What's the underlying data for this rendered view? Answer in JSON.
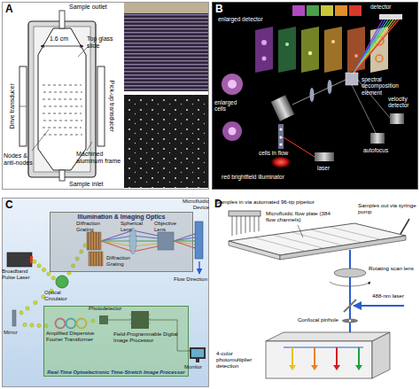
{
  "diagram": {
    "nodes": [
      {
        "text": [
          "A"
        ]
      },
      {
        "text": [
          "B"
        ]
      },
      {
        "text": [
          "C"
        ]
      },
      {
        "text": [
          "Illumination & Imaging Optics"
        ],
        "in": 2
      },
      {
        "text": [
          "Real-Time Optoelectronic Time-Stretch Image Processor"
        ],
        "in": 2
      },
      {
        "text": [
          "D"
        ]
      }
    ],
    "labels": [
      "Sample outlet",
      "1.6 cm",
      "Top glass slide",
      "Drive transducer",
      "Pick-up transducer",
      "Nodes & anti-nodes",
      "Machined aluminum frame",
      "Sample inlet",
      "detector",
      "enlarged detector",
      "spectral decomposition element",
      "velocity detector",
      "autofocus",
      "enlarged cells",
      "cells in flow",
      "red brightfield illuminator",
      "laser",
      "Diffraction Grating",
      "Spherical Lens",
      "Objective Lens",
      "Microfluidic Device",
      "Broadband Pulse Laser",
      "Optical Circulator",
      "Diffraction Grating",
      "Flow Direction",
      "Mirror",
      "Photodetector",
      "Amplified Dispersive Fourier Transformer",
      "Field-Programmable Digital Image Processor",
      "Monitor",
      "Samples in via automated 96-tip pipettor",
      "Microfluidic flow plate (384 flow channels)",
      "Samples out via syringe pump",
      "Rotating scan lens",
      "488-nm laser",
      "Confocal pinhole",
      "4-color photomultiplier detection"
    ]
  }
}
